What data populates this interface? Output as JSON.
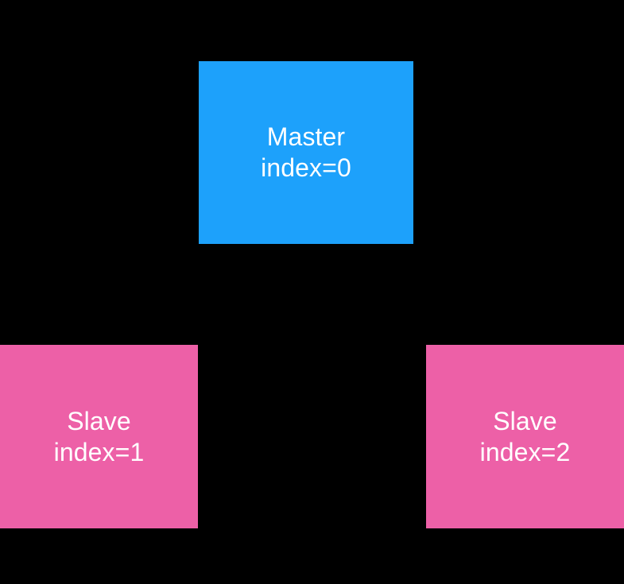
{
  "diagram": {
    "background_color": "#000000",
    "text_color": "#ffffff",
    "nodes": [
      {
        "id": "master",
        "role": "Master",
        "title": "Master",
        "index_label": "index=0",
        "color": "#1DA1FB",
        "position": "top-center"
      },
      {
        "id": "slave-1",
        "role": "Slave",
        "title": "Slave",
        "index_label": "index=1",
        "color": "#ED60A7",
        "position": "bottom-left"
      },
      {
        "id": "slave-2",
        "role": "Slave",
        "title": "Slave",
        "index_label": "index=2",
        "color": "#ED60A7",
        "position": "bottom-right"
      }
    ]
  }
}
